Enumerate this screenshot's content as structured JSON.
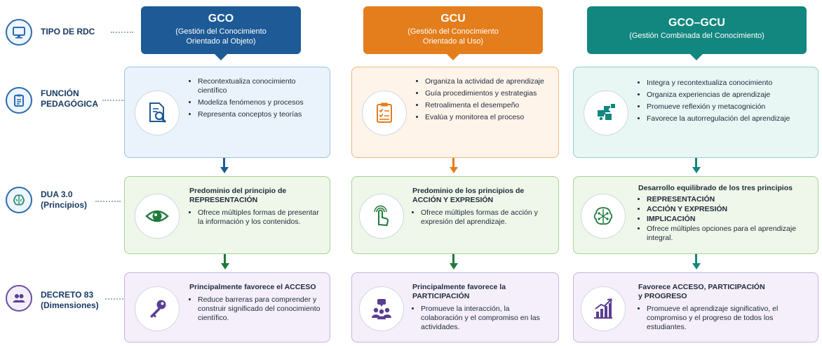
{
  "rows": [
    {
      "label_1": "TIPO DE RDC",
      "label_2": "",
      "icon": "monitor-icon"
    },
    {
      "label_1": "FUNCIÓN",
      "label_2": "PEDAGÓGICA",
      "icon": "clipboard-icon"
    },
    {
      "label_1": "DUA 3.0",
      "label_2": "(Principios)",
      "icon": "brain-icon"
    },
    {
      "label_1": "DECRETO 83",
      "label_2": "(Dimensiones)",
      "icon": "people-icon"
    }
  ],
  "columns": [
    {
      "title": "GCO",
      "subtitle_1": "(Gestión del Conocimiento",
      "subtitle_2": "Orientado al Objeto)",
      "color": "#1d5a96",
      "funcion": {
        "icon": "document-search-icon",
        "items": [
          "Recontextualiza conocimiento científico",
          "Modeliza fenómenos y procesos",
          "Representa conceptos y teorías"
        ]
      },
      "dua": {
        "icon": "eye-icon",
        "title_pre": "Predominio del principio de ",
        "title_bold": "REPRESENTACIÓN",
        "items": [
          "Ofrece múltiples formas de presentar la información y los contenidos."
        ]
      },
      "decreto": {
        "icon": "key-icon",
        "title_pre": "Principalmente favorece el ",
        "title_bold": "ACCESO",
        "items": [
          "Reduce barreras para comprender y construir significado del conocimiento científico."
        ]
      }
    },
    {
      "title": "GCU",
      "subtitle_1": "(Gestión del Conocimiento",
      "subtitle_2": "Orientado al Uso)",
      "color": "#e47d1b",
      "funcion": {
        "icon": "checklist-icon",
        "items": [
          "Organiza la actividad de aprendizaje",
          "Guía procedimientos y estrategias",
          "Retroalimenta el desempeño",
          "Evalúa y monitorea el proceso"
        ]
      },
      "dua": {
        "icon": "hand-tap-icon",
        "title_pre": "Predominio de los principios de ",
        "title_bold": "ACCIÓN Y EXPRESIÓN",
        "items": [
          "Ofrece múltiples formas de acción y expresión del aprendizaje."
        ]
      },
      "decreto": {
        "icon": "group-chat-icon",
        "title_pre": "Principalmente favorece la ",
        "title_bold": "PARTICIPACIÓN",
        "items": [
          "Promueve la interacción, la colaboración y el compromiso en las actividades."
        ]
      }
    },
    {
      "title": "GCO–GCU",
      "subtitle_1": "(Gestión Combinada del Conocimiento)",
      "subtitle_2": "",
      "color": "#12877f",
      "funcion": {
        "icon": "puzzle-icon",
        "items": [
          "Integra y recontextualiza conocimiento",
          "Organiza experiencias de aprendizaje",
          "Promueve reflexión y metacognición",
          "Favorece la autorregulación del aprendizaje"
        ]
      },
      "dua": {
        "icon": "brain-circuit-icon",
        "title": "Desarrollo equilibrado de los tres principios",
        "bold_items": [
          "REPRESENTACIÓN",
          "ACCIÓN Y EXPRESIÓN",
          "IMPLICACIÓN"
        ],
        "items": [
          "Ofrece múltiples opciones para el aprendizaje integral."
        ]
      },
      "decreto": {
        "icon": "growth-chart-icon",
        "title_pre": "Favorece ",
        "title_bold": "ACCESO, PARTICIPACIÓN",
        "title_bold_2": "y PROGRESO",
        "items": [
          "Promueve el aprendizaje significativo, el compromiso y el progreso de todos los estudiantes."
        ]
      }
    }
  ]
}
